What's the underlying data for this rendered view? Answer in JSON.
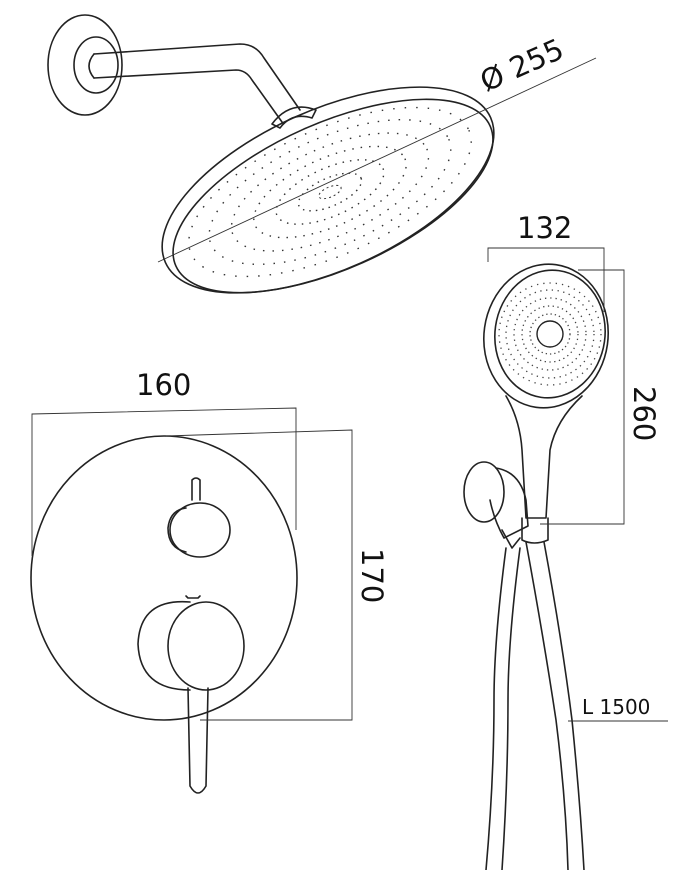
{
  "dimensions": {
    "rain_head_diameter": "Ø 255",
    "hand_shower_width": "132",
    "hand_shower_length": "260",
    "plate_width": "160",
    "plate_height": "170",
    "hose_length": "L 1500"
  }
}
